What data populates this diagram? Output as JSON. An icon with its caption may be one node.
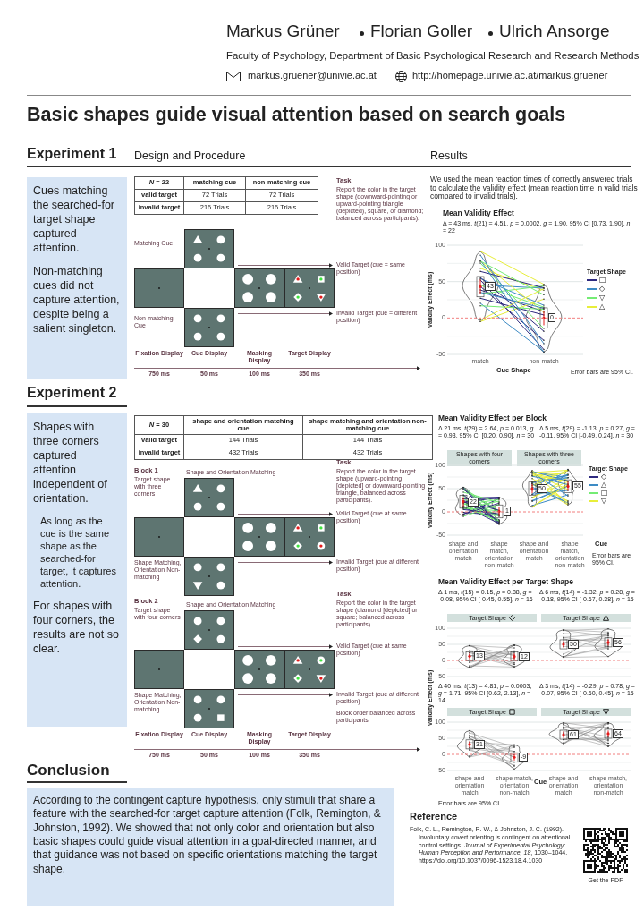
{
  "diagram": {
    "title": "Basic shapes guide visual attention based on search goals",
    "nodes": [
      {
        "text": [
          "Cues matching the searched-for target shape captured attention.",
          "Non-matching cues did not capture attention, despite being a salient singleton."
        ]
      },
      {
        "text": [
          "Shapes with three corners captured attention independent of orientation.",
          "As long as the cue is the same shape as the searched-for target, it captures attention.",
          "For shapes with four corners, the results are not so clear."
        ]
      },
      {
        "text": [
          "According to the contingent capture hypothesis, only stimuli that share a feature with the searched-for target capture attention (Folk, Remington, & Johnston, 1992). We showed that not only color and orientation but also basic shapes could guide visual attention in a goal-directed manner, and that guidance was not based on specific orientations matching the target shape."
        ]
      }
    ],
    "edges": [],
    "labels": [
      "Markus Grüner",
      "Florian Goller",
      "Ulrich Ansorge",
      "Faculty of Psychology, Department of Basic Psychological Research and Research Methods",
      "markus.gruener@univie.ac.at",
      "http://homepage.univie.ac.at/markus.gruener",
      "Experiment 1",
      "Design and Procedure",
      "Results",
      "*N* = 22",
      "matching cue",
      "non-matching cue",
      "valid target",
      "72 Trials",
      "72 Trials",
      "invalid target",
      "216 Trials",
      "216 Trials",
      "Matching Cue",
      "Task",
      "Report the color in the target shape (downward-pointing or upward-pointing triangle (depicted), square, or diamond; balanced across participants).",
      "Valid Target (cue = same position)",
      "Non-matching Cue",
      "Invalid Target (cue = different position)",
      "Fixation Display",
      "Cue Display",
      "Masking Display",
      "Target Display",
      "750 ms",
      "50 ms",
      "100 ms",
      "350 ms",
      "We used the mean reaction times of correctly answered trials to calculate the validity effect (mean reaction time in valid trials compared to invalid trials).",
      "Mean Validity Effect",
      "Δ = 43 ms, *t*(21) = 4.51, *p* = 0.0002, *g* = 1.90, 95% CI [0.73, 1.90], *n* = 22",
      "100",
      "50",
      "0",
      "-50",
      "Validity Effect (ms)",
      "43",
      "0",
      "match",
      "non-match",
      "Cue Shape",
      "Target Shape",
      "Error bars are 95% CI.",
      "Experiment 2",
      "*N* = 30",
      "shape and orientation matching cue",
      "shape matching and orientation non-matching cue",
      "valid target",
      "144 Trials",
      "144 Trials",
      "invalid target",
      "432 Trials",
      "432 Trials",
      "Block 1",
      "Target shape with three corners",
      "Shape and Orientation Matching",
      "Task",
      "Report the color in the target shape (upward-pointing [depicted] or downward-pointing triangle, balanced across participants).",
      "Valid Target (cue at same position)",
      "Shape Matching, Orientation Non-matching",
      "Invalid Target (cue at different position)",
      "Block 2",
      "Target shape with four corners",
      "Shape and Orientation Matching",
      "Task",
      "Report the color in the target shape (diamond [depicted] or square; balanced across participants).",
      "Valid Target (cue at same position)",
      "Shape Matching, Orientation Non-matching",
      "Invalid Target (cue at different position)",
      "Block order balanced across participants",
      "Fixation Display",
      "Cue Display",
      "Masking Display",
      "Target Display",
      "750 ms",
      "50 ms",
      "100 ms",
      "350 ms",
      "Mean Validity Effect per Block",
      "Δ 21 ms, *t*(29) = 2.64, *p* = 0.013, *g* = 0.93, 95% CI [0.20, 0.90], *n* = 30",
      "Δ 5 ms, *t*(29) = -1.13, *p* = 0.27, *g* = -0.11, 95% CI [-0.49, 0.24], *n* = 30",
      "Shapes with four corners",
      "Shapes with three corners",
      "100",
      "50",
      "0",
      "-50",
      "Validity Effect (ms)",
      "22",
      "1",
      "50",
      "55",
      "shape and orientation match",
      "shape match, orientation non-match",
      "shape and orientation match",
      "shape match, orientation non-match",
      "Cue",
      "Target Shape",
      "Error bars are 95% CI.",
      "Mean Validity Effect per Target Shape",
      "Δ 1 ms, *t*(15) = 0.15, *p* = 0.88, *g* = -0.08, 95% CI [-0.45, 0.55], *n* = 16",
      "Δ 6 ms, *t*(14) = -1.32, *p* = 0.28, *g* = -0.18, 95% CI [-0.67, 0.38], *n* = 15",
      "Target Shape",
      "Target Shape",
      "100",
      "50",
      "0",
      "-50",
      "13",
      "12",
      "50",
      "56",
      "Δ 40 ms, *t*(13) = 4.81, *p* = 0.0003, *g* = 1.71, 95% CI [0.62, 2.13], *n* = 14",
      "Δ 3 ms, *t*(14) = -0.29, *p* = 0.78, *g* = -0.07, 95% CI [-0.60, 0.45], *n* = 15",
      "Target Shape",
      "Target Shape",
      "100",
      "50",
      "0",
      "-50",
      "31",
      "-9",
      "61",
      "64",
      "shape and orientation match",
      "shape match, orientation non-match",
      "shape and orientation match",
      "shape match, orientation non-match",
      "Cue",
      "Validity Effect (ms)",
      "Error bars are 95% CI.",
      "Conclusion",
      "Reference",
      "Folk, C. L., Remington, R. W., & Johnston, J. C. (1992). Involuntary covert orienting is contingent on attentional control settings. *Journal of Experimental Psychology: Human Perception and Performance, 18*, 1030–1044. https://doi.org/10.1037/0096-1523.18.4.1030",
      "Get the PDF"
    ],
    "legend": [
      {
        "text": "□",
        "color": "#2e2a7f"
      },
      {
        "text": "◇",
        "color": "#3d8bc4"
      },
      {
        "text": "▽",
        "color": "#74ec74"
      },
      {
        "text": "△",
        "color": "#e8ee3a"
      },
      {
        "text": "◇",
        "color": "#2e2a7f"
      },
      {
        "text": "△",
        "color": "#3d8bc4"
      },
      {
        "text": "□",
        "color": "#74ec74"
      },
      {
        "text": "▽",
        "color": "#e8ee3a"
      }
    ]
  }
}
